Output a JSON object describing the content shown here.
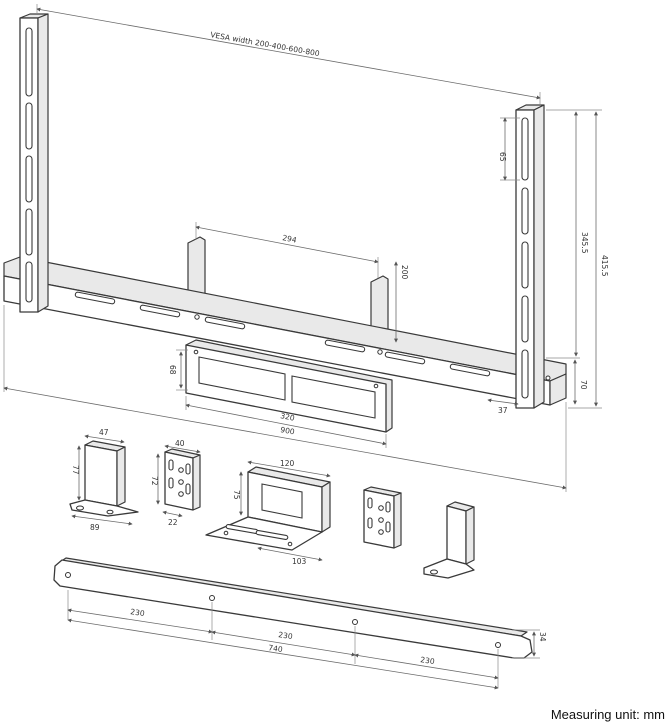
{
  "dimensions": {
    "vesa_width": "VESA width 200-400-600-800",
    "upright_slot": "65",
    "height_345": "345.5",
    "height_415": "415.5",
    "center_294": "294",
    "tab_200": "200",
    "depth_70": "70",
    "offset_37": "37",
    "box_68": "68",
    "box_320": "320",
    "bar_900": "900",
    "l_bracket_47": "47",
    "l_bracket_77": "77",
    "l_bracket_89": "89",
    "plate_40": "40",
    "plate_72": "72",
    "plate_22": "22",
    "shelf_120": "120",
    "shelf_75": "75",
    "shelf_103": "103",
    "rail_230_a": "230",
    "rail_230_b": "230",
    "rail_230_c": "230",
    "rail_740": "740",
    "rail_34": "34"
  },
  "footer": {
    "unit": "Measuring unit: mm"
  }
}
